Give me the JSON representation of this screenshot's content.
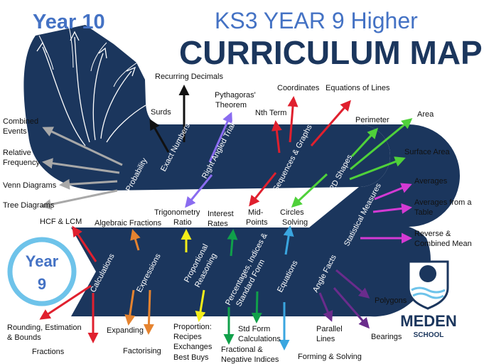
{
  "header": {
    "year10": "Year 10",
    "title_line1": "KS3 YEAR 9 Higher",
    "title_line2": "CURRICULUM MAP"
  },
  "badge": {
    "line1": "Year",
    "line2": "9"
  },
  "school": {
    "name": "MEDEN",
    "sub": "SCHOOL"
  },
  "road_labels": {
    "probability": "Probability",
    "exact_numbers": "Exact Numbers",
    "right_angled_triangles": "Right Angled Triangles",
    "sequences_graphs": "Sequences & Graphs",
    "shapes_2d": "2D Shapes",
    "statistical_measures": "Statistical Measures",
    "calculations": "Calculations",
    "expressions": "Expressions",
    "proportional_reasoning_1": "Proportional",
    "proportional_reasoning_2": "Reasoning",
    "percentages_1": "Percentages, Indices &",
    "percentages_2": "Standard Form",
    "equations": "Equations",
    "angle_facts": "Angle Facts"
  },
  "white_labels": {
    "algebraic_fractions": "Algebraic Fractions",
    "trig_1": "Trigonometry",
    "trig_2": "Ratio",
    "interest_1": "Interest",
    "interest_2": "Rates",
    "mid_1": "Mid-",
    "mid_2": "Points",
    "circles_1": "Circles",
    "circles_2": "Solving"
  },
  "topics": {
    "recurring_decimals": "Recurring Decimals",
    "surds": "Surds",
    "pythagoras_1": "Pythagoras'",
    "pythagoras_2": "Theorem",
    "coordinates": "Coordinates",
    "equations_of_lines": "Equations of Lines",
    "nth_term": "Nth Term",
    "perimeter": "Perimeter",
    "area": "Area",
    "surface_area": "Surface Area",
    "averages": "Averages",
    "averages_table_1": "Averages from a",
    "averages_table_2": "Table",
    "reverse_1": "Reverse &",
    "reverse_2": "Combined Mean",
    "combined_1": "Combined",
    "combined_2": "Events",
    "relative_1": "Relative",
    "relative_2": "Frequency",
    "venn": "Venn Diagrams",
    "tree": "Tree Diagrams",
    "hcf_lcm": "HCF & LCM",
    "rounding_1": "Rounding, Estimation",
    "rounding_2": "& Bounds",
    "fractions": "Fractions",
    "expanding": "Expanding",
    "factorising": "Factorising",
    "proportion_1": "Proportion:",
    "proportion_2": "Recipes",
    "proportion_3": "Exchanges",
    "proportion_4": "Best Buys",
    "std_form_1": "Std Form",
    "std_form_2": "Calculations",
    "frac_neg_1": "Fractional &",
    "frac_neg_2": "Negative Indices",
    "parallel_1": "Parallel",
    "parallel_2": "Lines",
    "forming": "Forming & Solving",
    "bearings": "Bearings",
    "polygons": "Polygons"
  },
  "colors": {
    "road": "#1b365d",
    "title_blue": "#4472c4",
    "badge_ring": "#6ec3ea",
    "red": "#e0202e",
    "black": "#111111",
    "purple_light": "#8a6cf0",
    "green": "#4fd13a",
    "magenta": "#d43ad4",
    "grey": "#a8a8a8",
    "orange": "#e5832f",
    "yellow": "#f4ee19",
    "dark_green": "#10a04a",
    "sky": "#3aa6e0",
    "purple_dark": "#6a2c8c"
  }
}
